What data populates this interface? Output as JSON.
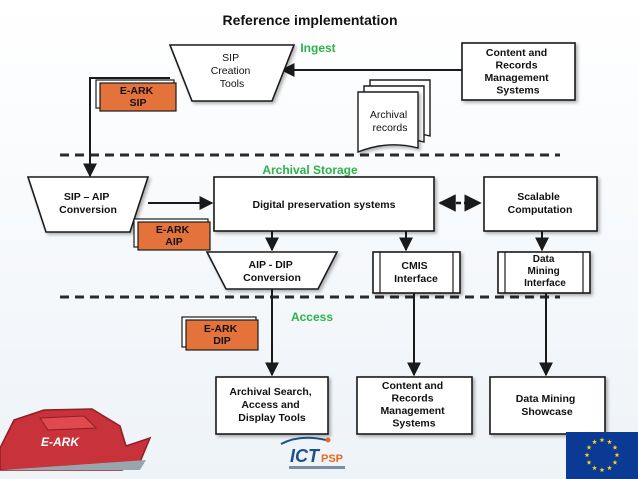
{
  "title": "Reference implementation",
  "sections": {
    "ingest": "Ingest",
    "archival_storage": "Archival Storage",
    "access": "Access"
  },
  "colors": {
    "section_label": "#2db34a",
    "package_fill": "#e3733b",
    "box_stroke": "#1a1a1a",
    "dash_line": "#2a2a2a",
    "logo_red": "#c8323a",
    "eu_blue": "#0b3a94",
    "eu_star": "#f7d117",
    "ict_blue": "#1f4f8e",
    "ict_orange": "#e46b1f"
  },
  "nodes": {
    "sip_creation_tools": [
      "SIP",
      "Creation",
      "Tools"
    ],
    "content_records_top": [
      "Content and",
      "Records",
      "Management",
      "Systems"
    ],
    "archival_records": [
      "Archival",
      "records"
    ],
    "sip_aip_conversion": [
      "SIP – AIP",
      "Conversion"
    ],
    "digital_preservation": "Digital preservation systems",
    "scalable_computation": [
      "Scalable",
      "Computation"
    ],
    "aip_dip_conversion": [
      "AIP - DIP",
      "Conversion"
    ],
    "cmis_interface": [
      "CMIS",
      "Interface"
    ],
    "data_mining_interface": [
      "Data",
      "Mining",
      "Interface"
    ],
    "archival_search": [
      "Archival Search,",
      "Access and",
      "Display Tools"
    ],
    "content_records_bottom": [
      "Content and",
      "Records",
      "Management",
      "Systems"
    ],
    "data_mining_showcase": [
      "Data Mining",
      "Showcase"
    ]
  },
  "packages": {
    "eark_sip": [
      "E-ARK",
      "SIP"
    ],
    "eark_aip": [
      "E-ARK",
      "AIP"
    ],
    "eark_dip": [
      "E-ARK",
      "DIP"
    ]
  },
  "logos": {
    "eark_logo": "E-ARK",
    "ict_logo": "ICT",
    "ict_logo_suffix": "PSP",
    "eu_flag_icon": "eu-flag-icon"
  }
}
